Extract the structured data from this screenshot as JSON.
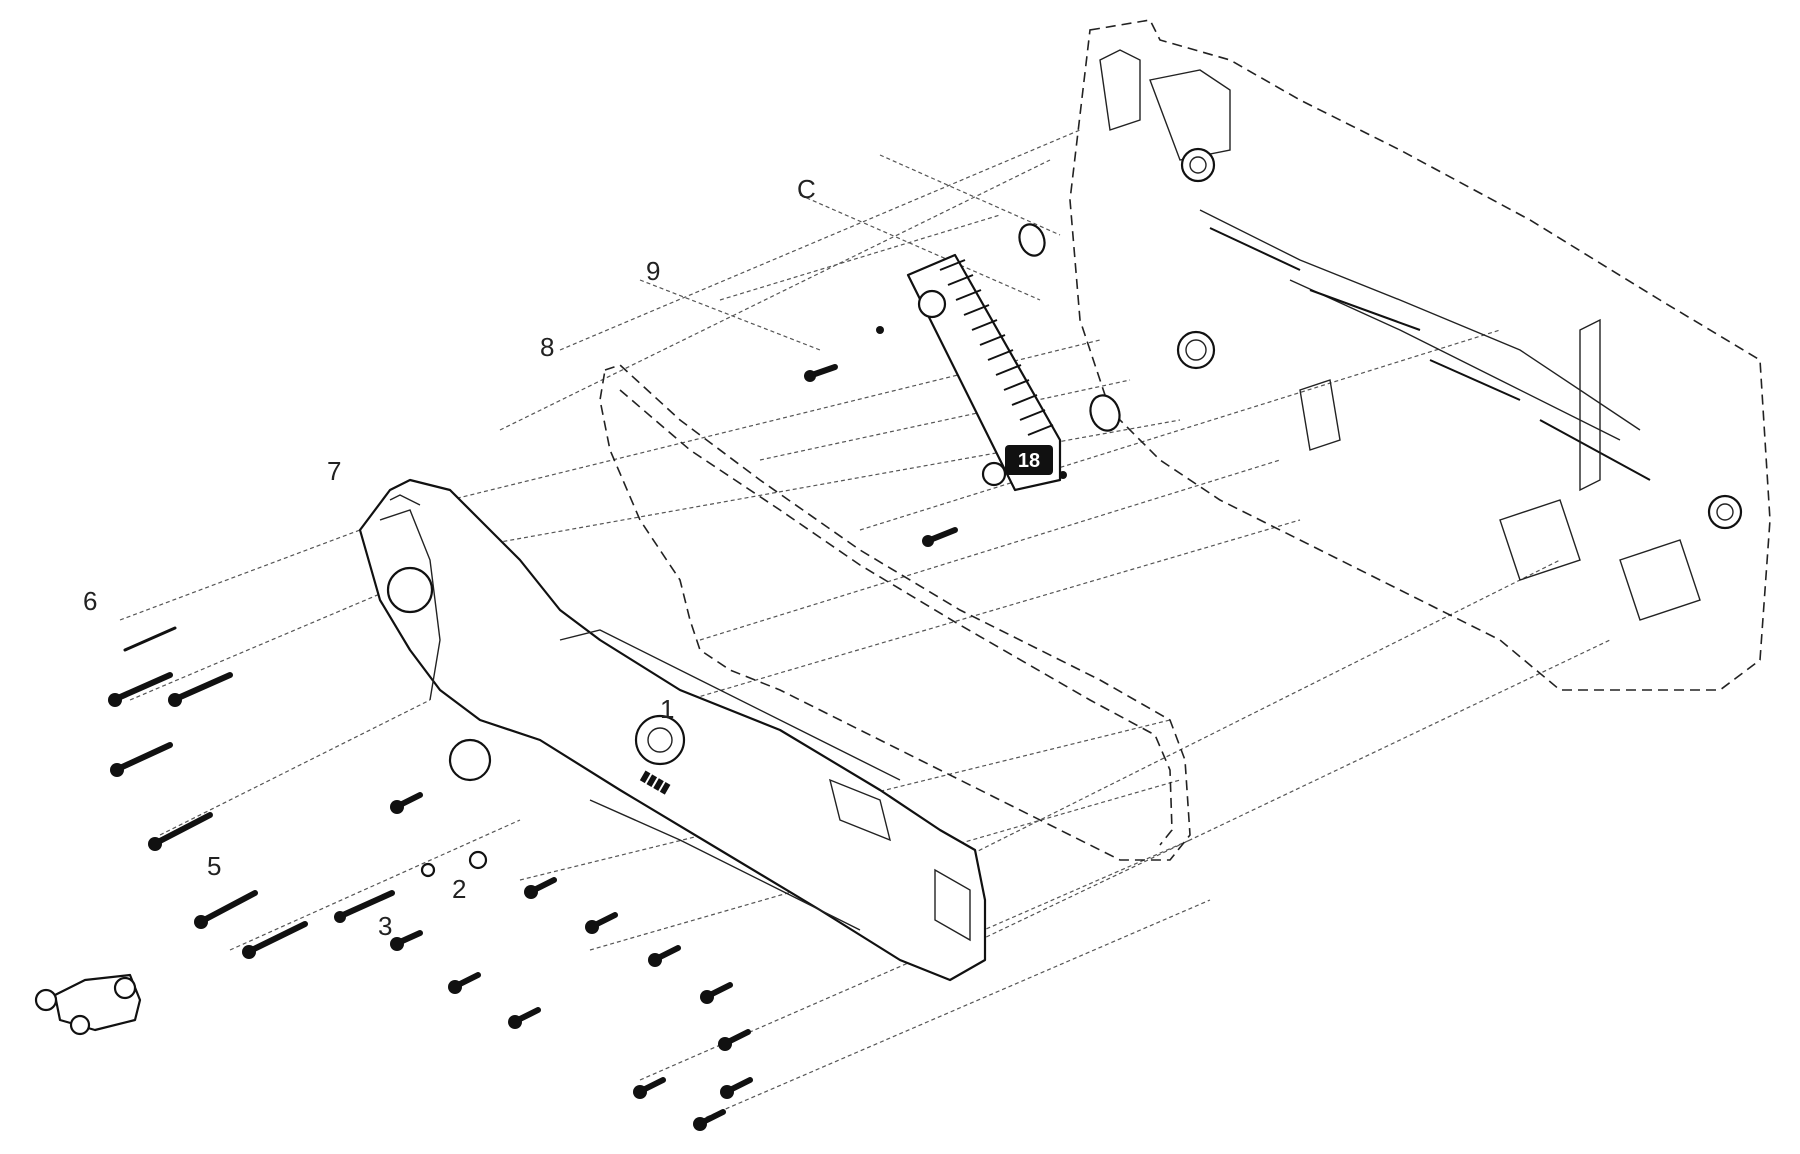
{
  "callouts": {
    "c1": "1",
    "c2": "2",
    "c3": "3",
    "c5": "5",
    "c6": "6",
    "c7": "7",
    "c8": "8",
    "c9": "9",
    "cC": "C",
    "c18": "18"
  }
}
